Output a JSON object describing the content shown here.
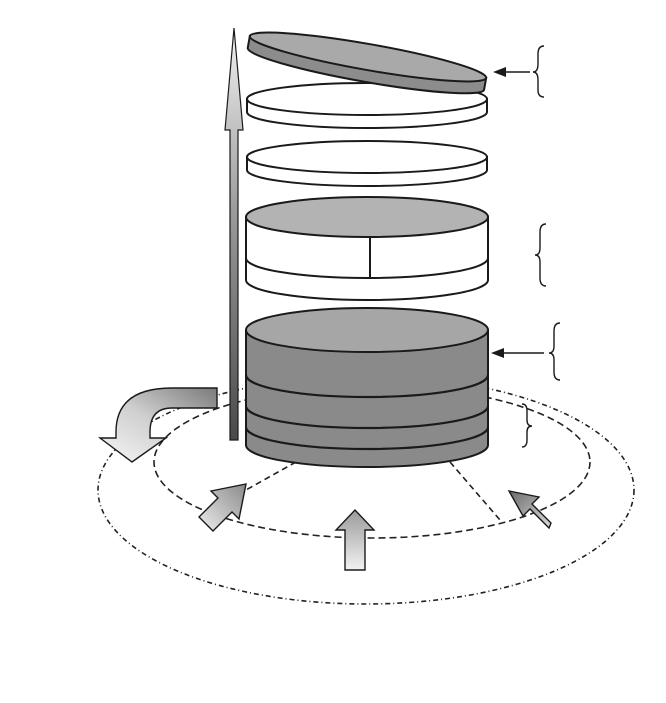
{
  "diagram": {
    "description_text": "",
    "colors": {
      "background": "#ffffff",
      "lid_dark": "#8c8c8c",
      "lid_top": "#a9a9a9",
      "white_disc": "#ffffff",
      "gray_top": "#b3b3b3",
      "stack_dark": "#8a8a8a",
      "stack_top": "#a6a6a6",
      "outline": "#1a1a1a",
      "arrow_light": "#e9e9e9",
      "arrow_dark": "#6f6f6f"
    },
    "icons": {
      "up_arrow": "vertical-gradient-arrow",
      "curved_arrow": "curved-outflow-arrow",
      "inflow_arrows": "inflow-arrow",
      "pointer_arrows": "pointer-arrow",
      "braces": "curly-brace"
    }
  }
}
